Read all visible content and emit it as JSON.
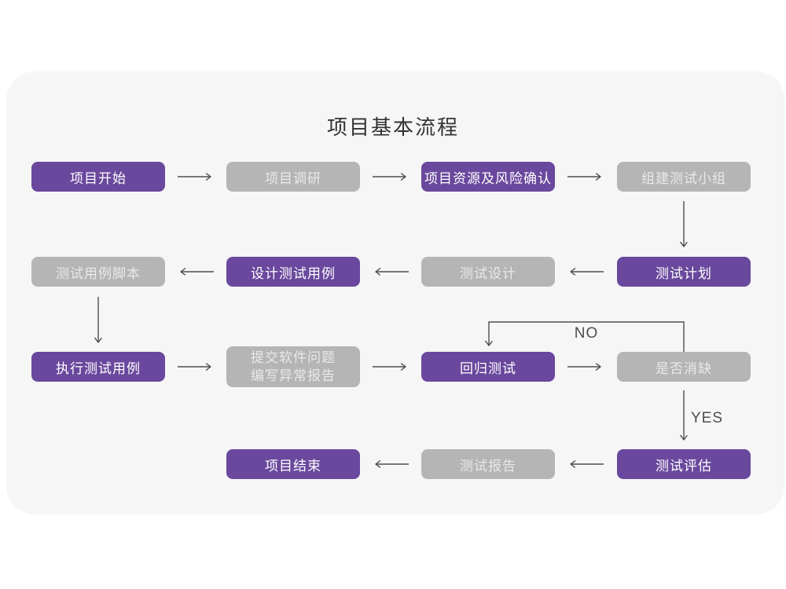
{
  "title": "项目基本流程",
  "labels": {
    "no": "NO",
    "yes": "YES"
  },
  "colors": {
    "purple": "#6a489d",
    "gray": "#b5b5b5",
    "purple-box-text": "#ffffff",
    "gray-box-text": "#e9e9e9",
    "arrow": "#4d4d4d",
    "title-text": "#333333",
    "card-bg": "#f6f6f6",
    "page-bg": "#ffffff"
  },
  "nodes": [
    {
      "label": "项目开始",
      "variant": "purple"
    },
    {
      "label": "项目调研",
      "variant": "gray"
    },
    {
      "label": "项目资源及风险确认",
      "variant": "purple"
    },
    {
      "label": "组建测试小组",
      "variant": "gray"
    },
    {
      "label": "测试计划",
      "variant": "purple"
    },
    {
      "label": "测试设计",
      "variant": "gray"
    },
    {
      "label": "设计测试用例",
      "variant": "purple"
    },
    {
      "label": "测试用例脚本",
      "variant": "gray"
    },
    {
      "label": "执行测试用例",
      "variant": "purple"
    },
    {
      "label": "提交软件问题\n编写异常报告",
      "variant": "gray"
    },
    {
      "label": "回归测试",
      "variant": "purple"
    },
    {
      "label": "是否消缺",
      "variant": "gray"
    },
    {
      "label": "测试评估",
      "variant": "purple"
    },
    {
      "label": "测试报告",
      "variant": "gray"
    },
    {
      "label": "项目结束",
      "variant": "purple"
    }
  ]
}
